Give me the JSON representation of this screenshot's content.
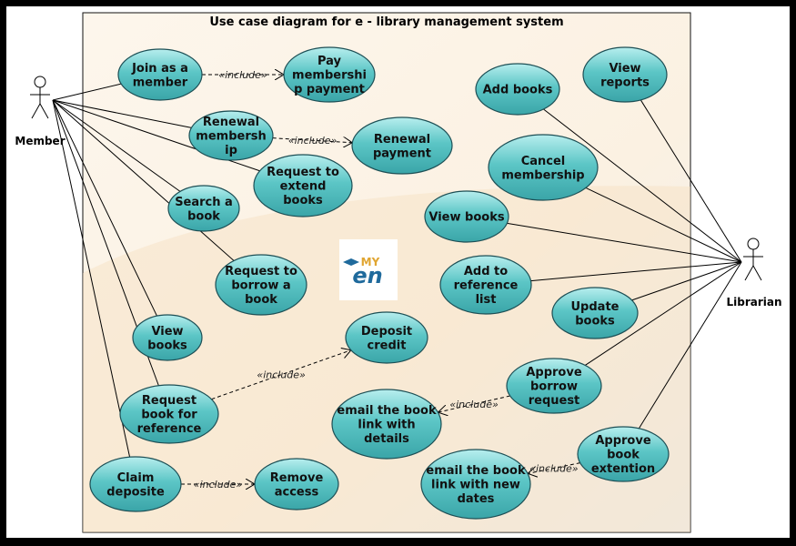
{
  "title": "Use case diagram for e - library management system",
  "actors": [
    {
      "id": "member",
      "label": "Member"
    },
    {
      "id": "librarian",
      "label": "Librarian"
    }
  ],
  "logo": {
    "text": "MY en",
    "alt": "logo"
  },
  "include_label": "«include»",
  "use_cases": [
    {
      "id": "join",
      "lines": [
        "Join as a",
        "member"
      ]
    },
    {
      "id": "pay",
      "lines": [
        "Pay",
        "membershi",
        "p payment"
      ]
    },
    {
      "id": "renewal",
      "lines": [
        "Renewal",
        "membersh",
        "ip"
      ]
    },
    {
      "id": "renewal-pay",
      "lines": [
        "Renewal",
        "payment"
      ]
    },
    {
      "id": "extend",
      "lines": [
        "Request to",
        "extend",
        "books"
      ]
    },
    {
      "id": "search",
      "lines": [
        "Search a",
        "book"
      ]
    },
    {
      "id": "borrow",
      "lines": [
        "Request to",
        "borrow a",
        "book"
      ]
    },
    {
      "id": "view-m",
      "lines": [
        "View",
        "books"
      ]
    },
    {
      "id": "deposit",
      "lines": [
        "Deposit",
        "credit"
      ]
    },
    {
      "id": "reference",
      "lines": [
        "Request",
        "book for",
        "reference"
      ]
    },
    {
      "id": "claim",
      "lines": [
        "Claim",
        "deposite"
      ]
    },
    {
      "id": "remove",
      "lines": [
        "Remove",
        "access"
      ]
    },
    {
      "id": "add-books",
      "lines": [
        "Add books"
      ]
    },
    {
      "id": "reports",
      "lines": [
        "View",
        "reports"
      ]
    },
    {
      "id": "cancel",
      "lines": [
        "Cancel",
        "membership"
      ]
    },
    {
      "id": "view-l",
      "lines": [
        "View books"
      ]
    },
    {
      "id": "add-ref",
      "lines": [
        "Add to",
        "reference",
        "list"
      ]
    },
    {
      "id": "update",
      "lines": [
        "Update",
        "books"
      ]
    },
    {
      "id": "approve-borrow",
      "lines": [
        "Approve",
        "borrow",
        "request"
      ]
    },
    {
      "id": "email-details",
      "lines": [
        "email the book",
        "link with",
        "details"
      ]
    },
    {
      "id": "email-dates",
      "lines": [
        "email the book",
        "link with new",
        "dates"
      ]
    },
    {
      "id": "approve-ext",
      "lines": [
        "Approve",
        "book",
        "extention"
      ]
    }
  ],
  "associations": [
    [
      "member",
      "join"
    ],
    [
      "member",
      "renewal"
    ],
    [
      "member",
      "extend"
    ],
    [
      "member",
      "search"
    ],
    [
      "member",
      "borrow"
    ],
    [
      "member",
      "view-m"
    ],
    [
      "member",
      "reference"
    ],
    [
      "member",
      "claim"
    ],
    [
      "librarian",
      "add-books"
    ],
    [
      "librarian",
      "reports"
    ],
    [
      "librarian",
      "cancel"
    ],
    [
      "librarian",
      "view-l"
    ],
    [
      "librarian",
      "add-ref"
    ],
    [
      "librarian",
      "update"
    ],
    [
      "librarian",
      "approve-borrow"
    ],
    [
      "librarian",
      "approve-ext"
    ]
  ],
  "includes": [
    [
      "join",
      "pay"
    ],
    [
      "renewal",
      "renewal-pay"
    ],
    [
      "reference",
      "deposit"
    ],
    [
      "claim",
      "remove"
    ],
    [
      "approve-borrow",
      "email-details"
    ],
    [
      "approve-ext",
      "email-dates"
    ]
  ],
  "colors": {
    "frame": "#000000",
    "boundary_fill": "#fbf1e2",
    "usecase_fill": "#5cc6c6",
    "usecase_stroke": "#1d4f55",
    "line": "#000000"
  }
}
